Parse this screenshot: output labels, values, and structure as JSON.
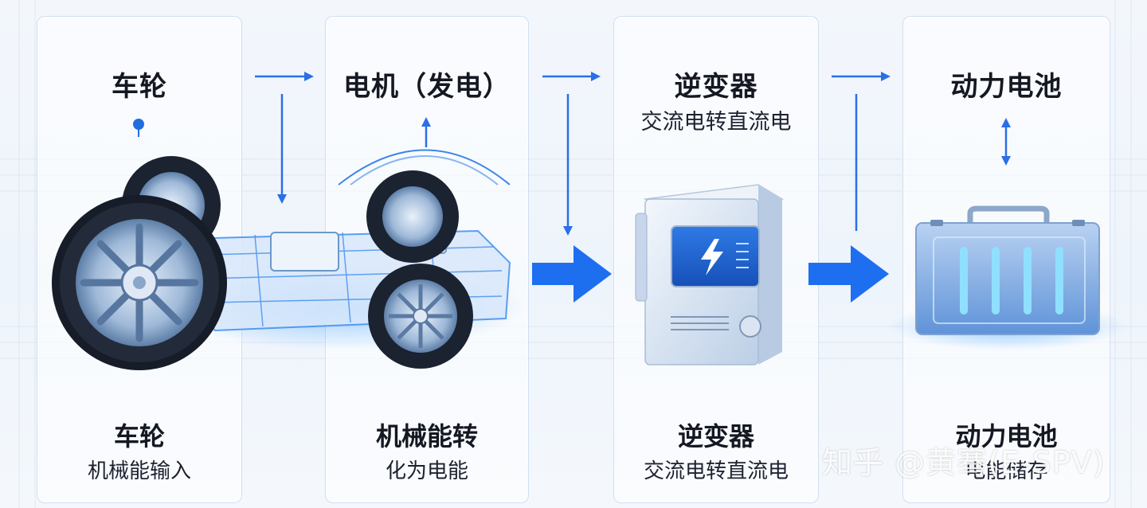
{
  "colors": {
    "accent": "#1f6fe0",
    "arrow": "#2a6fe6",
    "panel_border": "#cddcee",
    "text": "#141822",
    "glow": "#3fa0ff"
  },
  "stages": [
    {
      "title": "车轮",
      "subtitle": "",
      "bottom_title": "车轮",
      "bottom_sub": "机械能输入"
    },
    {
      "title": "电机（发电）",
      "subtitle": "",
      "bottom_title": "机械能转",
      "bottom_sub": "化为电能"
    },
    {
      "title": "逆变器",
      "subtitle": "交流电转直流电",
      "bottom_title": "逆变器",
      "bottom_sub": "交流电转直流电"
    },
    {
      "title": "动力电池",
      "subtitle": "",
      "bottom_title": "动力电池",
      "bottom_sub": "电能储存"
    }
  ],
  "icons": {
    "wheel": "car-wheel-icon",
    "chassis": "chassis-motor-icon",
    "inverter": "inverter-box-icon",
    "bolt": "lightning-bolt-icon",
    "battery": "battery-pack-icon"
  },
  "watermark": "知乎 @黄骞(E-SPV)"
}
